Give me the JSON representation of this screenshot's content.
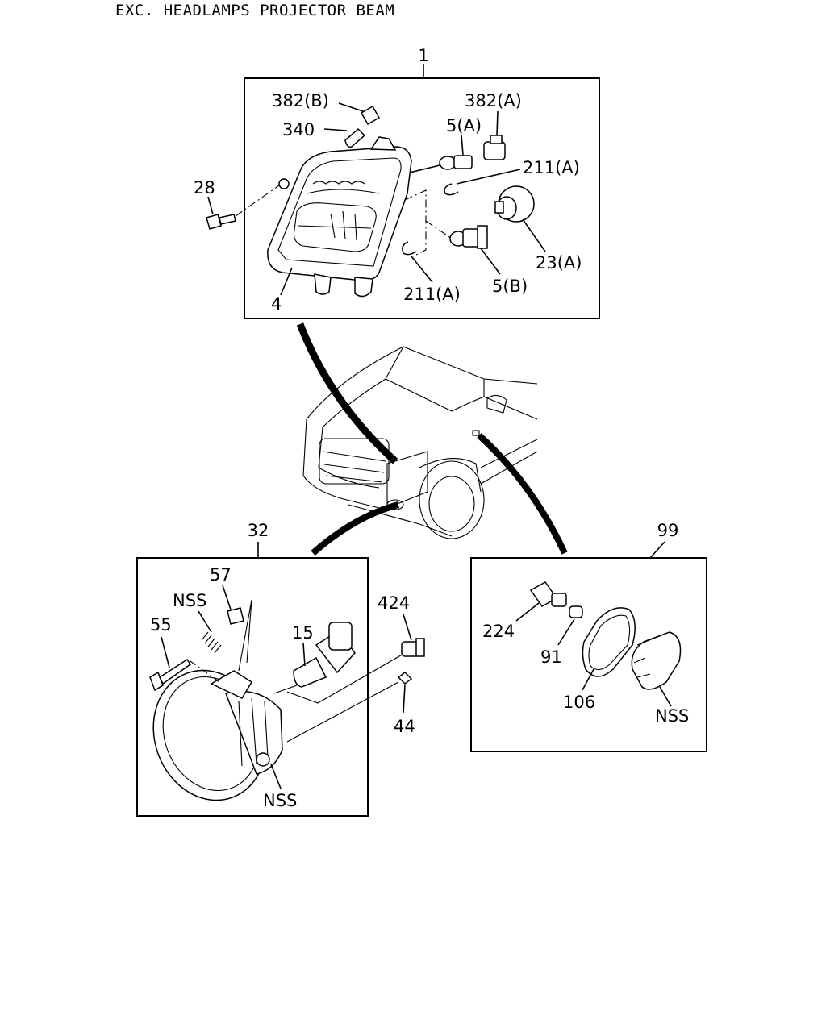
{
  "title": "EXC. HEADLAMPS PROJECTOR BEAM",
  "groups": {
    "headlamp": {
      "number": "1",
      "labels": {
        "p382b": "382(B)",
        "p340": "340",
        "p382a": "382(A)",
        "p5a": "5(A)",
        "p211a_top": "211(A)",
        "p28": "28",
        "p23a": "23(A)",
        "p4": "4",
        "p211a_bottom": "211(A)",
        "p5b": "5(B)"
      }
    },
    "fog_lamp": {
      "number": "32",
      "labels": {
        "p57": "57",
        "nss_top": "NSS",
        "p55": "55",
        "p15": "15",
        "p424": "424",
        "p44": "44",
        "nss_bottom": "NSS"
      }
    },
    "side_marker": {
      "number": "99",
      "labels": {
        "p224": "224",
        "p91": "91",
        "p106": "106",
        "nss": "NSS"
      }
    }
  }
}
